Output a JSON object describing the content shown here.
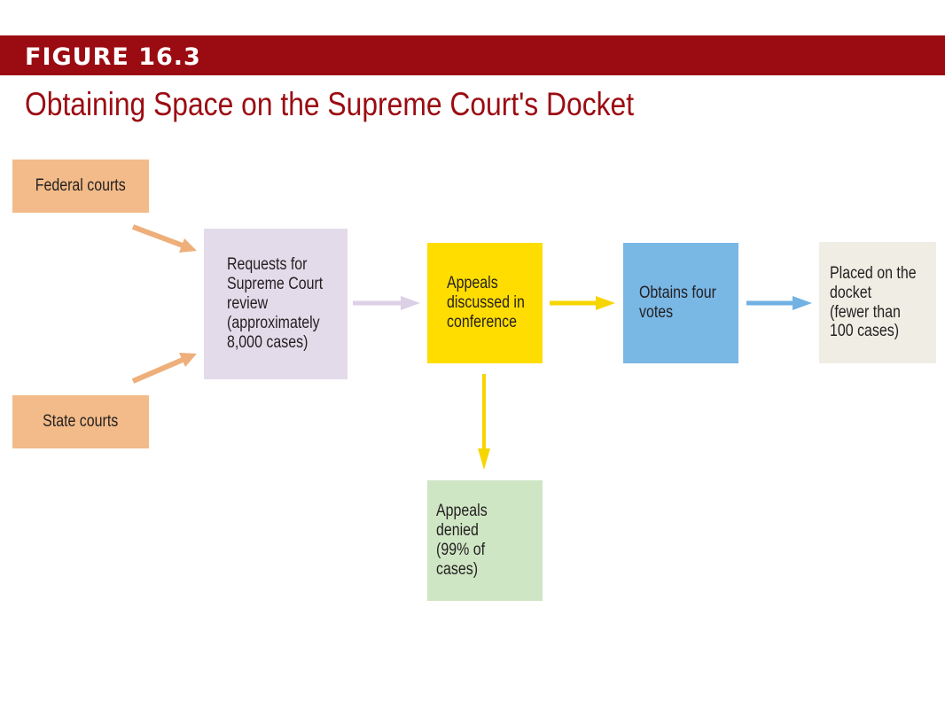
{
  "figure_label": "FIGURE 16.3",
  "title": "Obtaining Space on the Supreme Court's Docket",
  "colors": {
    "band": "#9b0b12",
    "title": "#9b0b12",
    "courts": "#f2bb89",
    "requests": "#e4dbea",
    "conference": "#ffdd00",
    "votes": "#79b7e5",
    "docket": "#f0ede4",
    "denied": "#cfe6c4",
    "arrow_courts": "#eeaf7a",
    "arrow_requests": "#dcd0e6",
    "arrow_conference": "#f7d500",
    "arrow_votes": "#72b1e3"
  },
  "nodes": {
    "federal_courts": "Federal courts",
    "state_courts": "State courts",
    "requests": "Requests for\nSupreme Court\nreview\n(approximately\n8,000 cases)",
    "conference": "Appeals\ndiscussed in\nconference",
    "votes": "Obtains four\nvotes",
    "docket": "Placed on the\ndocket\n(fewer than\n100 cases)",
    "denied": "Appeals denied\n(99% of cases)"
  }
}
